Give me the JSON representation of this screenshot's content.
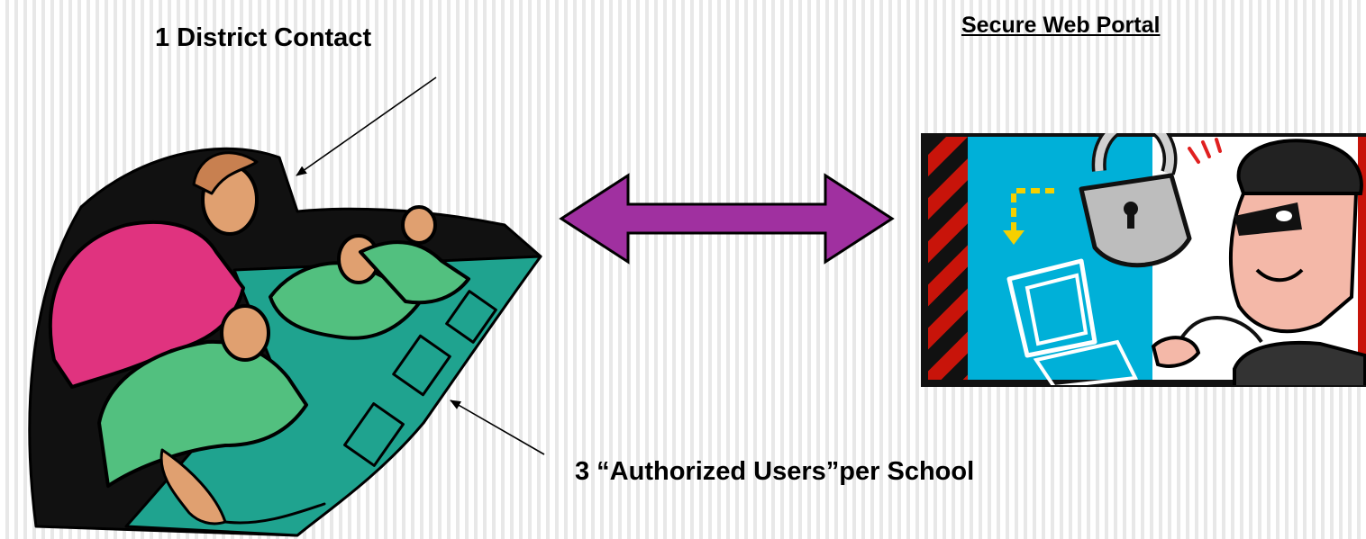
{
  "labels": {
    "district_contact": "1 District Contact",
    "secure_portal": "Secure Web Portal",
    "authorized_users": "3 “Authorized Users”per School"
  },
  "colors": {
    "double_arrow": "#a030a0",
    "contact_figure": "#e0337f",
    "users_figures": "#52c07f",
    "keyboard_mat": "#1fa38f",
    "portal_screen": "#00b0d8",
    "portal_hazard_stripe": "#c8140a"
  },
  "icons": {
    "people": "people-at-computer-icon",
    "portal": "hacker-padlock-icon",
    "arrow": "double-headed-arrow-icon"
  }
}
